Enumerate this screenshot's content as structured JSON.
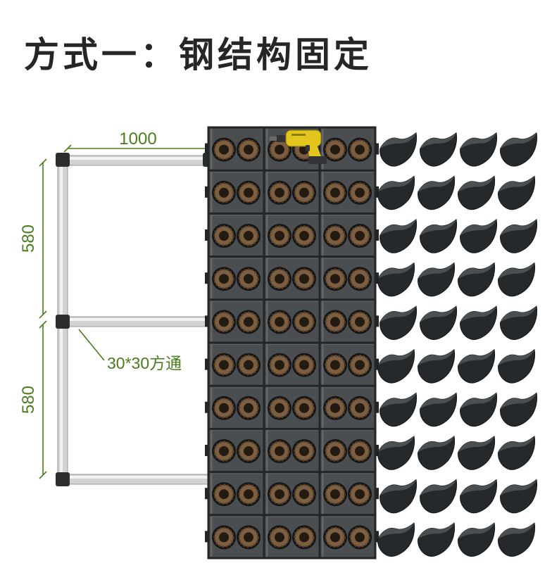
{
  "title": {
    "text": "方式一：钢结构固定",
    "color": "#262626"
  },
  "annotations": {
    "color": "#4a7d1e",
    "width_label": "1000",
    "height_upper_label": "580",
    "height_lower_label": "580",
    "tube_label": "30*30方通"
  },
  "frame": {
    "tube_color": "#d2d2d2",
    "highlight_color": "#f3f3f3",
    "joint_color": "#2c2d2f"
  },
  "panel": {
    "columns": 3,
    "rows": 10,
    "pockets_per_cell": 2,
    "face_color": "#4b4e50",
    "edge_highlight": "#63676a",
    "seam_color": "#232527",
    "socket_color": "#141517",
    "liner_color": "#7d5e40",
    "liner_edge": "#553f27",
    "hole_color": "#231b12"
  },
  "pots": {
    "rows": 10,
    "columns": 4,
    "body_color": "#26292b",
    "rim_color": "#4a4f52"
  },
  "drill": {
    "body_color": "#e2c51d",
    "dark_color": "#343436"
  }
}
